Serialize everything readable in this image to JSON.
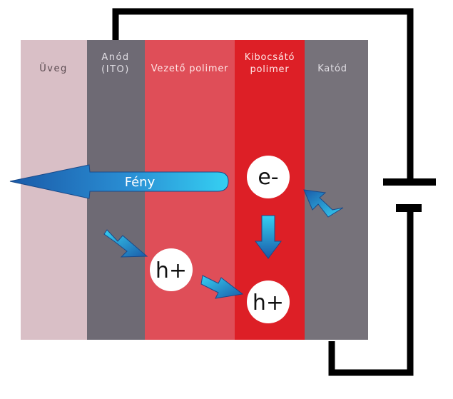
{
  "layers": [
    {
      "id": "glass",
      "line1": "Üveg",
      "line2": "",
      "color": "#d9bfc6",
      "text_color": "#5a4a50"
    },
    {
      "id": "anode",
      "line1": "Anód",
      "line2": "(ITO)",
      "color": "#6e6a74",
      "text_color": "#e0dde3"
    },
    {
      "id": "conduct",
      "line1": "Vezető polimer",
      "line2": "",
      "color": "#df4e58",
      "text_color": "#ffe7e7"
    },
    {
      "id": "emit",
      "line1": "Kibocsátó",
      "line2": "polimer",
      "color": "#dd1f26",
      "text_color": "#ffe7e7"
    },
    {
      "id": "cathode",
      "line1": "Katód",
      "line2": "",
      "color": "#76727a",
      "text_color": "#e0dde3"
    }
  ],
  "light": {
    "label": "Fény"
  },
  "particles": {
    "electron": "e-",
    "hole_conductive": "h+",
    "hole_emissive": "h+"
  },
  "colors": {
    "wire": "#000000",
    "arrow_dark": "#1a5aa8",
    "arrow_light": "#32c6ee",
    "circle": "#ffffff"
  },
  "icons": [
    "battery-icon",
    "light-arrow-icon",
    "electron-arrow-icon",
    "hole-arrow-icon"
  ]
}
